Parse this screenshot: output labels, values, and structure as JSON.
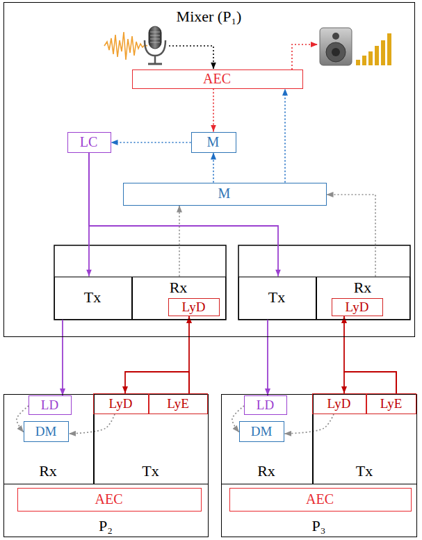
{
  "diagram": {
    "nodes": [
      {
        "text": [
          "Mixer (P₁)"
        ]
      },
      {
        "text": [
          "AEC"
        ],
        "in": 0
      },
      {
        "text": [
          "M"
        ],
        "in": 0
      },
      {
        "text": [
          "LC"
        ],
        "in": 0
      },
      {
        "text": [
          "M"
        ],
        "in": 0
      },
      {
        "text": [
          "Tx"
        ],
        "in": 0
      },
      {
        "text": [
          "Rx"
        ],
        "in": 0
      },
      {
        "text": [
          "LyD"
        ],
        "in": 6
      },
      {
        "text": [
          "Tx"
        ],
        "in": 0
      },
      {
        "text": [
          "Rx"
        ],
        "in": 0
      },
      {
        "text": [
          "LyD"
        ],
        "in": 9
      },
      {
        "text": [
          "P₂"
        ]
      },
      {
        "text": [
          "Rx"
        ],
        "in": 11
      },
      {
        "text": [
          "LD"
        ],
        "in": 12
      },
      {
        "text": [
          "DM"
        ],
        "in": 12
      },
      {
        "text": [
          "Tx"
        ],
        "in": 11
      },
      {
        "text": [
          "LyD"
        ],
        "in": 15
      },
      {
        "text": [
          "LyE"
        ],
        "in": 15
      },
      {
        "text": [
          "AEC"
        ],
        "in": 11
      },
      {
        "text": [
          "P₃"
        ]
      },
      {
        "text": [
          "Rx"
        ],
        "in": 19
      },
      {
        "text": [
          "LD"
        ],
        "in": 20
      },
      {
        "text": [
          "DM"
        ],
        "in": 20
      },
      {
        "text": [
          "Tx"
        ],
        "in": 19
      },
      {
        "text": [
          "LyD"
        ],
        "in": 23
      },
      {
        "text": [
          "LyE"
        ],
        "in": 23
      },
      {
        "text": [
          "AEC"
        ],
        "in": 19
      }
    ],
    "edges": [
      {
        "from": 1,
        "to": 2,
        "arrow": "to"
      },
      {
        "from": 2,
        "to": 3,
        "arrow": "to"
      },
      {
        "from": 4,
        "to": 2,
        "arrow": "to"
      },
      {
        "from": 4,
        "to": 1,
        "arrow": "to"
      },
      {
        "from": 3,
        "to": 5,
        "arrow": "to"
      },
      {
        "from": 3,
        "to": 8,
        "arrow": "to"
      },
      {
        "from": 6,
        "to": 4,
        "arrow": "to"
      },
      {
        "from": 9,
        "to": 4,
        "arrow": "to"
      },
      {
        "from": 5,
        "to": 13,
        "arrow": "to"
      },
      {
        "from": 8,
        "to": 21,
        "arrow": "to"
      },
      {
        "from": 17,
        "to": 7,
        "arrow": "to"
      },
      {
        "from": 17,
        "to": 16,
        "arrow": "to"
      },
      {
        "from": 25,
        "to": 10,
        "arrow": "to"
      },
      {
        "from": 25,
        "to": 24,
        "arrow": "to"
      },
      {
        "from": 13,
        "to": 14,
        "arrow": "to"
      },
      {
        "from": 16,
        "to": 14,
        "arrow": "to"
      },
      {
        "from": 21,
        "to": 22,
        "arrow": "to"
      },
      {
        "from": 24,
        "to": 22,
        "arrow": "to"
      }
    ]
  }
}
